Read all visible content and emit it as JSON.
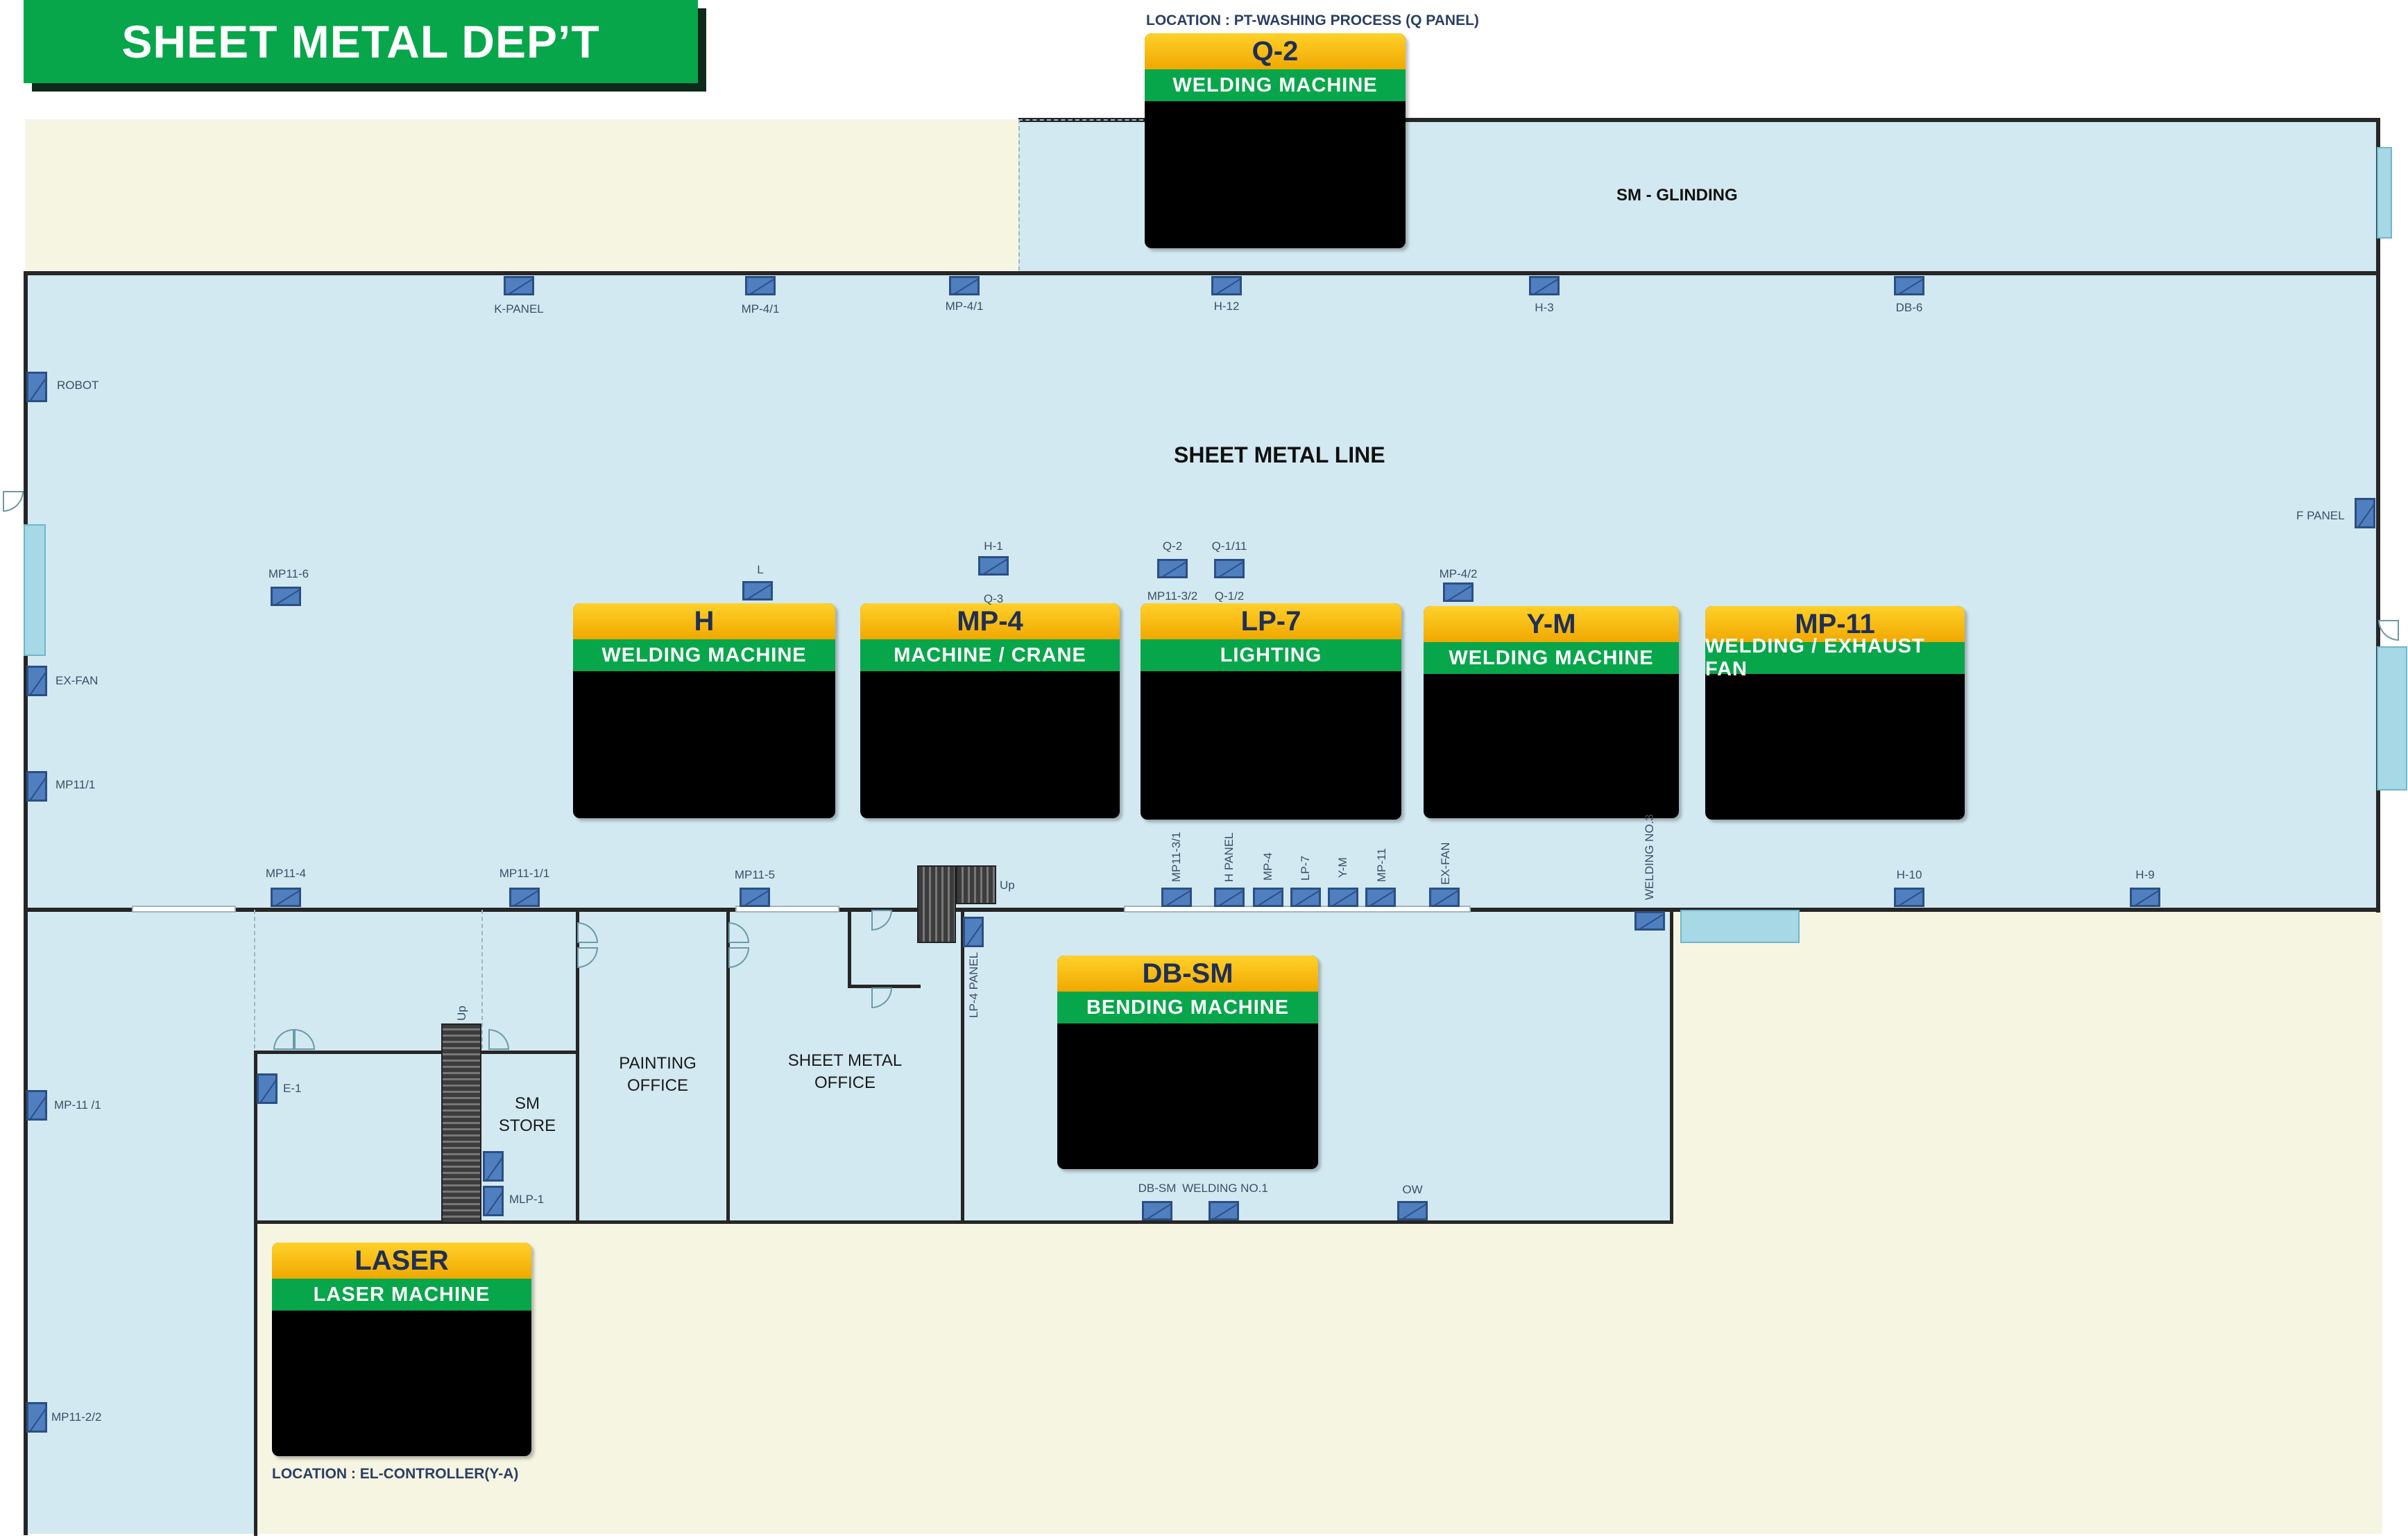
{
  "title": "SHEET METAL DEP’T",
  "location_top": "LOCATION : PT-WASHING PROCESS (Q PANEL)",
  "location_bottom": "LOCATION : EL-CONTROLLER(Y-A)",
  "areas": {
    "sm_glinding": "SM - GLINDING",
    "sheet_metal_line": "SHEET METAL LINE",
    "painting_office": "PAINTING\nOFFICE",
    "sheet_metal_office": "SHEET METAL\nOFFICE",
    "sm_store": "SM\nSTORE"
  },
  "stairs_up": "Up",
  "cards": [
    {
      "title": "Q-2",
      "subtitle": "WELDING MACHINE"
    },
    {
      "title": "H",
      "subtitle": "WELDING MACHINE"
    },
    {
      "title": "MP-4",
      "subtitle": "MACHINE / CRANE"
    },
    {
      "title": "LP-7",
      "subtitle": "LIGHTING"
    },
    {
      "title": "Y-M",
      "subtitle": "WELDING MACHINE"
    },
    {
      "title": "MP-11",
      "subtitle": "WELDING / EXHAUST FAN"
    },
    {
      "title": "DB-SM",
      "subtitle": "BENDING MACHINE"
    },
    {
      "title": "LASER",
      "subtitle": "LASER MACHINE"
    }
  ],
  "panels": {
    "k_panel": "K-PANEL",
    "mp4_1a": "MP-4/1",
    "mp4_1b": "MP-4/1",
    "h12": "H-12",
    "h3": "H-3",
    "db6": "DB-6",
    "robot": "ROBOT",
    "f_panel": "F PANEL",
    "mp11_6": "MP11-6",
    "l": "L",
    "h1": "H-1",
    "q3": "Q-3",
    "q2": "Q-2",
    "q1_11": "Q-1/11",
    "mp11_3_2": "MP11-3/2",
    "q1_2": "Q-1/2",
    "mp4_2": "MP-4/2",
    "ex_fan": "EX-FAN",
    "mp11_1": "MP11/1",
    "mp11_4": "MP11-4",
    "mp11_1_1": "MP11-1/1",
    "mp11_5": "MP11-5",
    "mp11_3_1": "MP11-3/1",
    "h_panel": "H PANEL",
    "mp4_v": "MP-4",
    "lp7_v": "LP-7",
    "ym_v": "Y-M",
    "mp11_v": "MP-11",
    "exfan_v": "EX-FAN",
    "welding_no3": "WELDING NO.3",
    "h10": "H-10",
    "h9": "H-9",
    "lp4_panel": "LP-4 PANEL",
    "e1": "E-1",
    "mlp1": "MLP-1",
    "mp11_1b": "MP-11 /1",
    "db_sm": "DB-SM",
    "welding_no1": "WELDING NO.1",
    "ow": "OW",
    "mp11_2_2": "MP11-2/2"
  },
  "colors": {
    "title_green": "#07a64a",
    "card_yellow": "#ffd12a",
    "floor_blue": "#d3e9f1",
    "yard_beige": "#f6f5e2",
    "panel_blue": "#4f7fbf"
  }
}
